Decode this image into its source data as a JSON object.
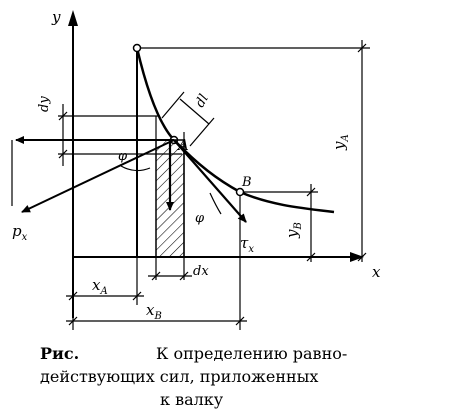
{
  "figure": {
    "labels": {
      "y_axis": "y",
      "x_axis": "x",
      "dy": "dy",
      "dl": "dl",
      "point_a": "A",
      "point_b": "B",
      "phi_top": "φ",
      "phi_bottom": "φ",
      "p_x_main": "p",
      "p_x_sub": "x",
      "tau_x_main": "τ",
      "tau_x_sub": "x",
      "y_a_main": "y",
      "y_a_sub": "A",
      "y_b_main": "y",
      "y_b_sub": "B",
      "dx": "dx",
      "x_a_main": "x",
      "x_a_sub": "A",
      "x_b_main": "x",
      "x_b_sub": "B"
    }
  },
  "caption": {
    "prefix": "Рис.",
    "line1": "К определению равно-",
    "line2": "действующих сил, приложенных",
    "line3": "к валку"
  }
}
